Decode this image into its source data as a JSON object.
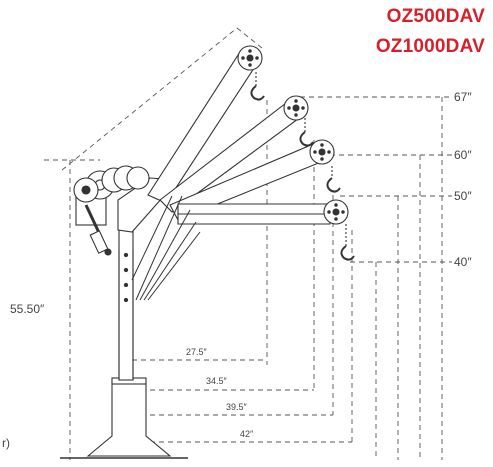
{
  "models": [
    "OZ500DAV",
    "OZ1000DAV"
  ],
  "colors": {
    "brand_red": "#d6202a",
    "line": "#333333",
    "dim": "#555555"
  },
  "height_labels": [
    "67″",
    "60″",
    "50″",
    "40″"
  ],
  "mast_height_label": "55.50″",
  "reach_labels": [
    "27.5″",
    "34.5″",
    "39.5″",
    "42″"
  ],
  "edge_fragment": "r)"
}
